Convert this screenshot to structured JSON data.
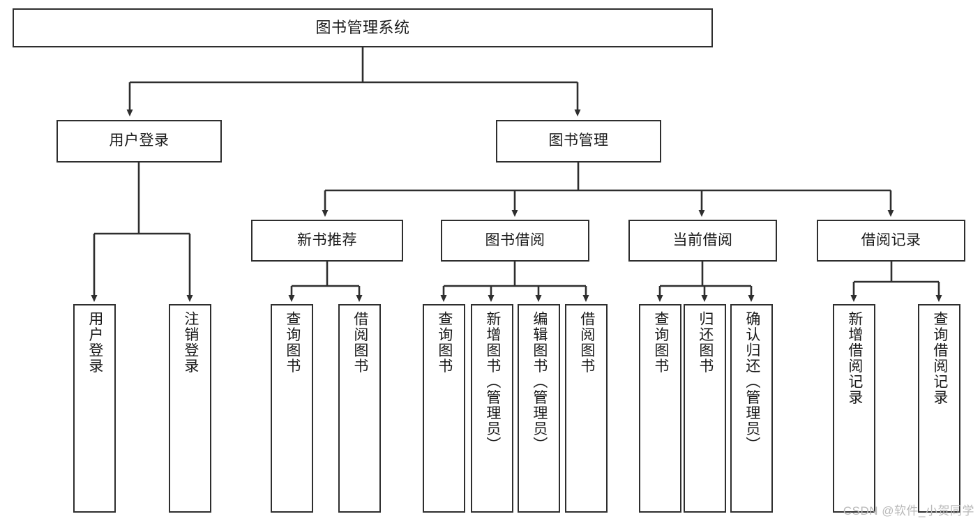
{
  "diagram": {
    "title": "图书管理系统",
    "watermark": "CSDN @软件_小贺同学",
    "line_color": "#2e2e2e",
    "box_fill": "#ffffff",
    "text_color": "#1a1a1a",
    "watermark_color": "#b9b9b9",
    "root": {
      "label": "图书管理系统"
    },
    "level1": [
      {
        "label": "用户登录"
      },
      {
        "label": "图书管理"
      }
    ],
    "level2": [
      {
        "label": "新书推荐"
      },
      {
        "label": "图书借阅"
      },
      {
        "label": "当前借阅"
      },
      {
        "label": "借阅记录"
      }
    ],
    "leaves": {
      "user_login": [
        {
          "label": "用户登录"
        },
        {
          "label": "注销登录"
        }
      ],
      "new_book": [
        {
          "label": "查询图书"
        },
        {
          "label": "借阅图书"
        }
      ],
      "book_borrow": [
        {
          "label": "查询图书"
        },
        {
          "label": "新增图书（管理员）"
        },
        {
          "label": "编辑图书（管理员）"
        },
        {
          "label": "借阅图书"
        }
      ],
      "current_borrow": [
        {
          "label": "查询图书"
        },
        {
          "label": "归还图书"
        },
        {
          "label": "确认归还（管理员）"
        }
      ],
      "borrow_record": [
        {
          "label": "新增借阅记录"
        },
        {
          "label": "查询借阅记录"
        }
      ]
    }
  }
}
